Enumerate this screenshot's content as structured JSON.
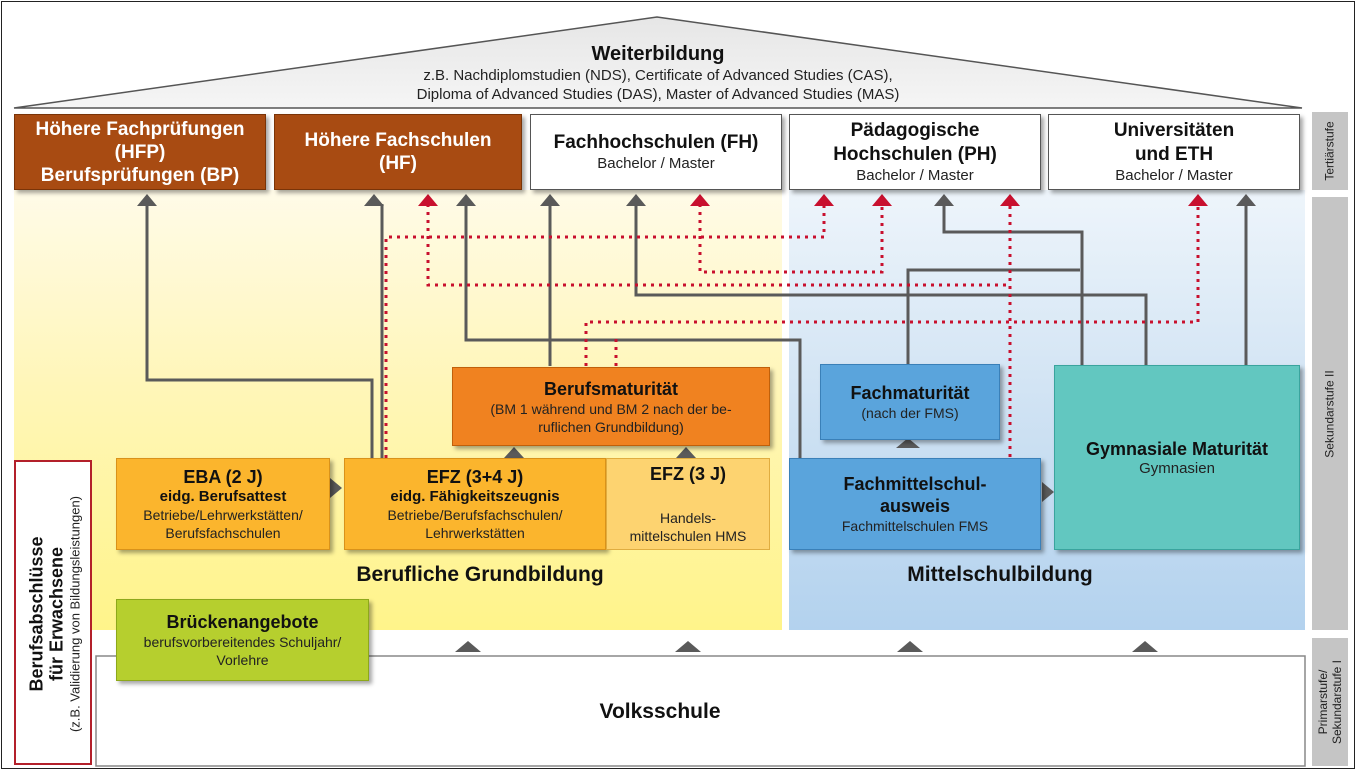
{
  "roof": {
    "title": "Weiterbildung",
    "line1": "z.B. Nachdiplomstudien (NDS), Certificate of Advanced Studies (CAS),",
    "line2": "Diploma of Advanced Studies (DAS), Master of Advanced Studies (MAS)"
  },
  "tertiary": {
    "hfp": {
      "line1": "Höhere Fachprüfungen",
      "line2": "(HFP)",
      "line3": "Berufsprüfungen (BP)"
    },
    "hf": {
      "line1": "Höhere Fachschulen",
      "line2": "(HF)"
    },
    "fh": {
      "title": "Fachhochschulen (FH)",
      "sub": "Bachelor / Master"
    },
    "ph": {
      "line1": "Pädagogische",
      "line2": "Hochschulen (PH)",
      "sub": "Bachelor / Master"
    },
    "uni": {
      "line1": "Universitäten",
      "line2": "und ETH",
      "sub": "Bachelor / Master"
    }
  },
  "berufsmaturitaet": {
    "title": "Berufsmaturität",
    "line1": "(BM 1 während und BM 2 nach der be-",
    "line2": "ruflichen Grundbildung)"
  },
  "fachmaturitaet": {
    "title": "Fachmaturität",
    "sub": "(nach der FMS)"
  },
  "gymnasial": {
    "title": "Gymnasiale Maturität",
    "sub": "Gymnasien"
  },
  "eba": {
    "title": "EBA (2 J)",
    "line1": "eidg. Berufsattest",
    "line2": "Betriebe/Lehrwerkstätten/",
    "line3": "Berufsfachschulen"
  },
  "efz34": {
    "title": "EFZ (3+4 J)",
    "line1": "eidg. Fähigkeitszeugnis",
    "line2": "Betriebe/Berufsfachschulen/",
    "line3": "Lehrwerkstätten"
  },
  "efz3": {
    "title": "EFZ (3 J)",
    "line1": "Handels-",
    "line2": "mittelschulen HMS"
  },
  "fms": {
    "line1": "Fachmittelschul-",
    "line2": "ausweis",
    "sub": "Fachmittelschulen FMS"
  },
  "regions": {
    "berufliche": "Berufliche Grundbildung",
    "mittelschul": "Mittelschulbildung",
    "volksschule": "Volksschule"
  },
  "bruecken": {
    "title": "Brückenangebote",
    "line1": "berufsvorbereitendes Schuljahr/",
    "line2": "Vorlehre"
  },
  "adults": {
    "line1": "Berufsabschlüsse",
    "line2": "für Erwachsene",
    "line3": "(z.B. Validierung von Bildungsleistungen)"
  },
  "levels": {
    "tertiaer": "Tertiärstufe",
    "sek2": "Sekundarstufe II",
    "primar1": "Primarstufe/",
    "primar2": "Sekundarstufe I"
  },
  "colors": {
    "brown": "#a84b12",
    "orange": "#f08220",
    "yellow": "#fbb52d",
    "blue": "#5aa4dc",
    "teal": "#62c7c0",
    "green": "#b6cf2e",
    "red_dotted": "#c8102e",
    "arrow_gray": "#555555"
  }
}
